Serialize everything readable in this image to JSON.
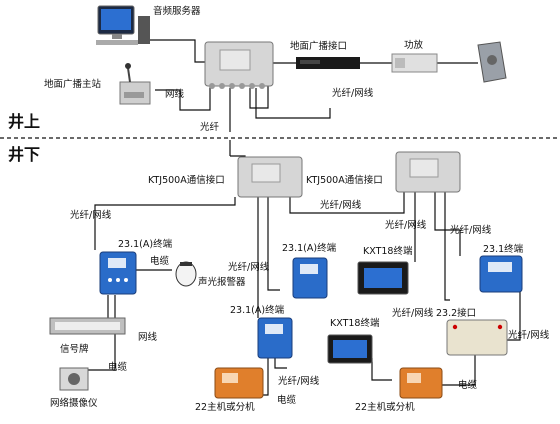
{
  "zones": {
    "above": "井上",
    "below": "井下"
  },
  "labels": {
    "audio_server": "音频服务器",
    "ground_host": "地面广播主站",
    "ground_interface": "地面广播接口",
    "amplifier": "功放",
    "ktj_left": "KTJ500A通信接口",
    "ktj_right": "KTJ500A通信接口",
    "term_231_a": "23.1(A)终端",
    "term_231_b": "23.1(A)终端",
    "term_231_c": "23.1(A)终端",
    "term_231_d": "23.1终端",
    "kxt_top": "KXT18终端",
    "kxt_bottom": "KXT18终端",
    "interface_232": "23.2接口",
    "alarm": "声光报警器",
    "sign": "信号牌",
    "camera": "网络摄像仪",
    "host_left": "22主机或分机",
    "host_right": "22主机或分机"
  },
  "links": {
    "wangxian": "网线",
    "guangxian_wangxian": "光纤/网线",
    "guangxian": "光纤",
    "dianlan": "电缆"
  }
}
